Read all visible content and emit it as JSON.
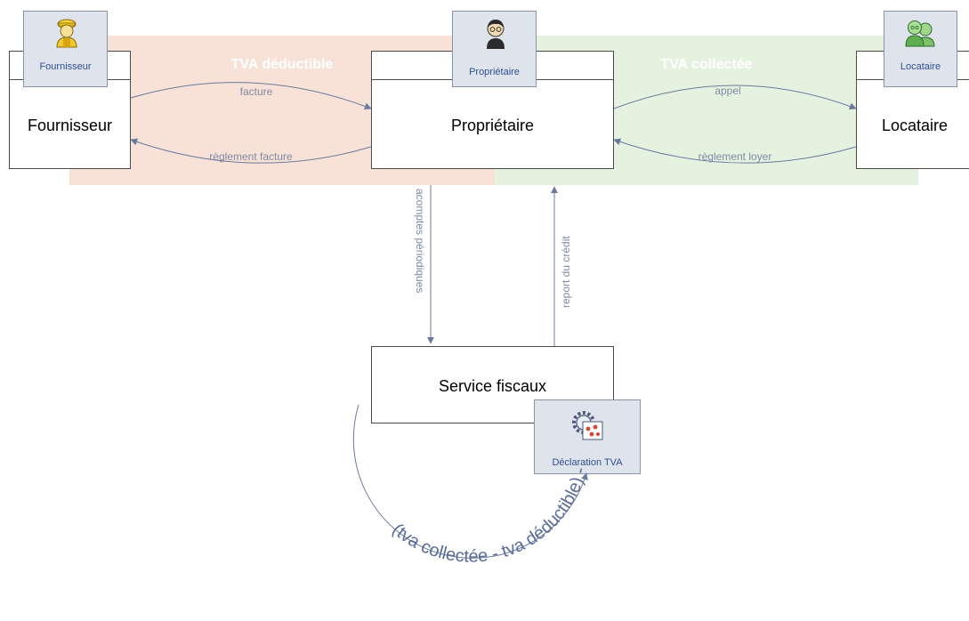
{
  "zones": {
    "deductible": {
      "label": "TVA déductible",
      "color": "#f8e2d8"
    },
    "collected": {
      "label": "TVA collectée",
      "color": "#e6f2e0"
    }
  },
  "entities": {
    "fournisseur": {
      "label": "Fournisseur",
      "badge": "Fournisseur"
    },
    "proprietaire": {
      "label": "Propriétaire",
      "badge": "Propriétaire"
    },
    "locataire": {
      "label": "Locataire",
      "badge": "Locataire"
    },
    "service": {
      "label": "Service fiscaux",
      "badge": "Déclaration TVA"
    }
  },
  "flows": {
    "facture": "facture",
    "reglement_facture": "règlement facture",
    "appel": "appel",
    "reglement_loyer": "règlement loyer",
    "acomptes": "acomptes périodiques",
    "report": "report du crédit",
    "formula": "(tva collectée - tva déductible) - acomptes"
  },
  "colors": {
    "arrow": "#6b7a9c",
    "flow_text": "#7f8aa6",
    "formula_text": "#5a6c9a"
  },
  "icons": {
    "fournisseur": "worker-icon",
    "proprietaire": "owner-person-icon",
    "locataire": "tenants-icon",
    "service": "gear-document-icon"
  }
}
